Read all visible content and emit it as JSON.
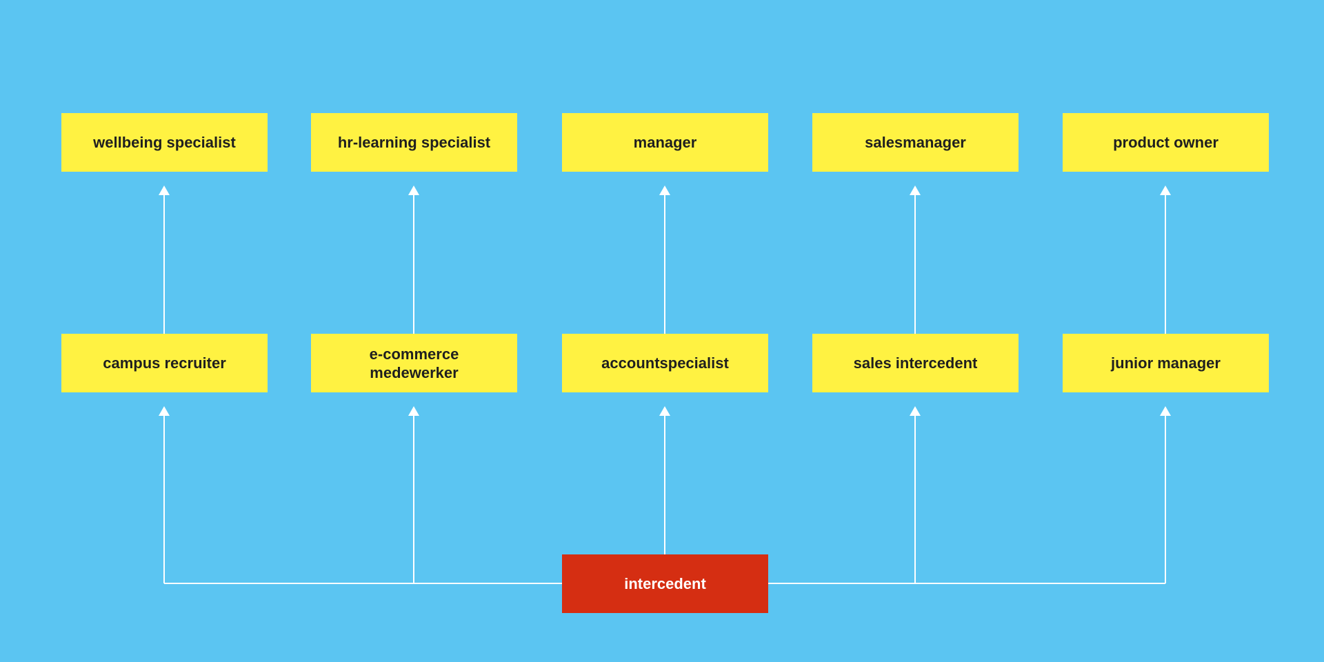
{
  "colors": {
    "background": "#5bc5f2",
    "node_fill": "#fff242",
    "root_fill": "#d52e12",
    "connector": "#ffffff"
  },
  "nodes": {
    "top": [
      "wellbeing specialist",
      "hr-learning specialist",
      "manager",
      "salesmanager",
      "product owner"
    ],
    "middle": [
      "campus recruiter",
      "e-commerce medewerker",
      "accountspecialist",
      "sales intercedent",
      "junior manager"
    ],
    "root": "intercedent"
  },
  "edges": [
    [
      "intercedent",
      "campus recruiter"
    ],
    [
      "intercedent",
      "e-commerce medewerker"
    ],
    [
      "intercedent",
      "accountspecialist"
    ],
    [
      "intercedent",
      "sales intercedent"
    ],
    [
      "intercedent",
      "junior manager"
    ],
    [
      "campus recruiter",
      "wellbeing specialist"
    ],
    [
      "e-commerce medewerker",
      "hr-learning specialist"
    ],
    [
      "accountspecialist",
      "manager"
    ],
    [
      "sales intercedent",
      "salesmanager"
    ],
    [
      "junior manager",
      "product owner"
    ]
  ]
}
